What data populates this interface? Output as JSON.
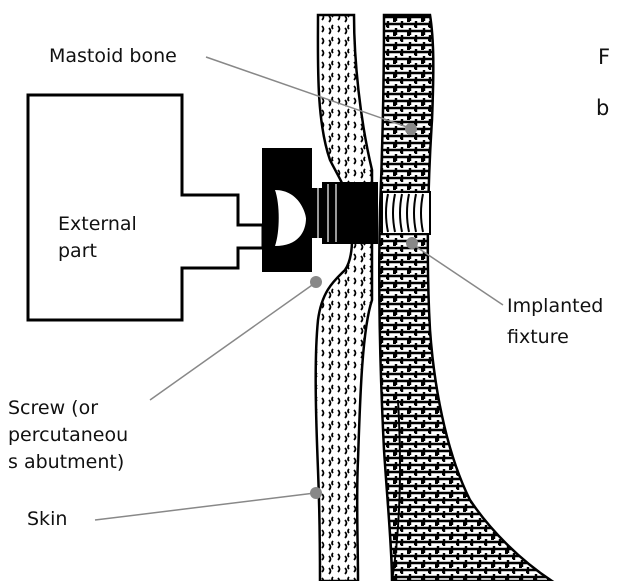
{
  "labels": {
    "mastoid_bone": "Mastoid bone",
    "external_part_1": "External",
    "external_part_2": "part",
    "implanted_fixture_1": "Implanted",
    "implanted_fixture_2": "fixture",
    "screw_1": "Screw (or",
    "screw_2": "percutaneou",
    "screw_3": "s abutment)",
    "skin": "Skin",
    "cut_off_1": "F",
    "cut_off_2": "b"
  },
  "colors": {
    "line": "#000000",
    "leader": "#888888",
    "dot": "#888888"
  }
}
